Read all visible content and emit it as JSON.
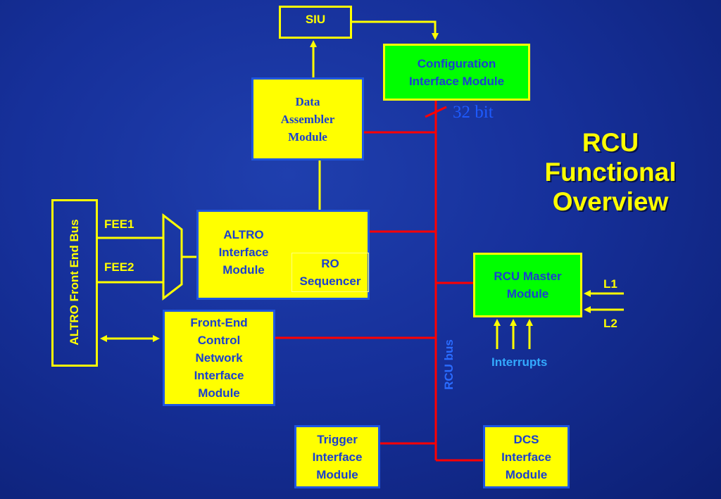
{
  "title": "RCU Functional Overview",
  "bus_width_label": "32 bit",
  "rcu_bus_label": "RCU bus",
  "front_end_bus_label": "ALTRO Front End Bus",
  "fee_labels": [
    "FEE1",
    "FEE2"
  ],
  "trigger_labels": [
    "L1",
    "L2"
  ],
  "interrupts_label": "Interrupts",
  "modules": {
    "siu": "SIU",
    "configuration": "Configuration Interface Module",
    "data_assembler": "Data Assembler Module",
    "altro_interface": "ALTRO Interface Module",
    "ro_sequencer": "RO Sequencer",
    "front_end_control": "Front-End Control Network Interface Module",
    "rcu_master": "RCU Master Module",
    "trigger_interface": "Trigger Interface Module",
    "dcs_interface": "DCS Interface Module"
  },
  "colors": {
    "background": "#1a3399",
    "module_fill": "#ffff00",
    "master_fill": "#00ff00",
    "bus_line": "#ff0000",
    "link_line": "#ffff00"
  }
}
